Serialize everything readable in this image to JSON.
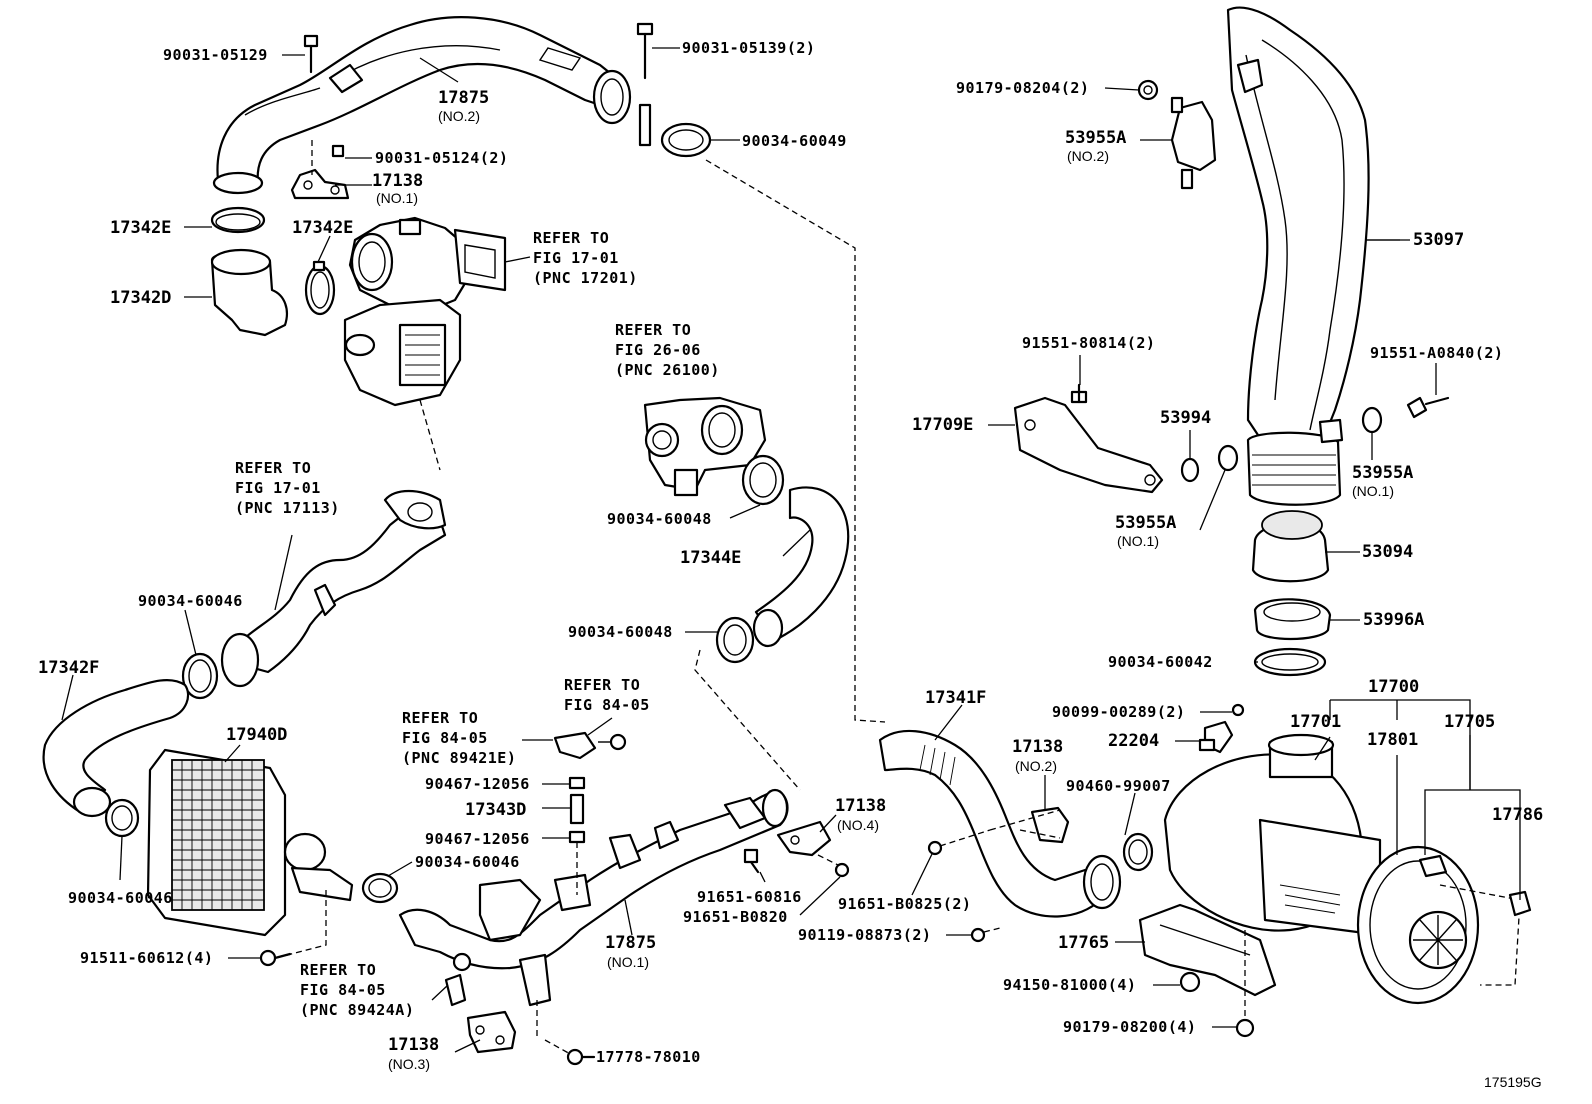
{
  "diagram": {
    "figure_id": "175195G",
    "labels": {
      "p900310512": "90031-05129",
      "p900310513": "90031-05139(2)",
      "p17875a": "17875",
      "p17875a_sub": "(NO.2)",
      "p9003460049": "90034-60049",
      "p900310512b": "90031-05124(2)",
      "p17138a": "17138",
      "p17138a_sub": "(NO.1)",
      "p17342e1": "17342E",
      "p17342e2": "17342E",
      "p17342d": "17342D",
      "ref1_l1": "REFER TO",
      "ref1_l2": "FIG 17-01",
      "ref1_l3": "(PNC 17201)",
      "ref2_l1": "REFER TO",
      "ref2_l2": "FIG 26-06",
      "ref2_l3": "(PNC 26100)",
      "ref3_l1": "REFER TO",
      "ref3_l2": "FIG 17-01",
      "ref3_l3": "(PNC 17113)",
      "p9003460048a": "90034-60048",
      "p17344e": "17344E",
      "p9003460046a": "90034-60046",
      "p9003460048b": "90034-60048",
      "p17342f": "17342F",
      "p17940d": "17940D",
      "ref4_l1": "REFER TO",
      "ref4_l2": "FIG 84-05",
      "ref5_l1": "REFER TO",
      "ref5_l2": "FIG 84-05",
      "ref5_l3": "(PNC 89421E)",
      "p9046712056a": "90467-12056",
      "p17343d": "17343D",
      "p9046712056b": "90467-12056",
      "p9003460046b": "90034-60046",
      "p9003460046c": "90034-60046",
      "p9151160612": "91511-60612(4)",
      "ref6_l1": "REFER TO",
      "ref6_l2": "FIG 84-05",
      "ref6_l3": "(PNC 89424A)",
      "p17875b": "17875",
      "p17875b_sub": "(NO.1)",
      "p17138b": "17138",
      "p17138b_sub": "(NO.4)",
      "p9165160816": "91651-60816",
      "p91651b0820": "91651-B0820",
      "p17138c": "17138",
      "p17138c_sub": "(NO.3)",
      "p1777878010": "17778-78010",
      "p9017908204": "90179-08204(2)",
      "p53955a2": "53955A",
      "p53955a2_sub": "(NO.2)",
      "p53097": "53097",
      "p9155180814": "91551-80814(2)",
      "p91551a0840": "91551-A0840(2)",
      "p17709e": "17709E",
      "p53994": "53994",
      "p53955a1": "53955A",
      "p53955a1_sub": "(NO.1)",
      "p53955a1b": "53955A",
      "p53955a1b_sub": "(NO.1)",
      "p53094": "53094",
      "p53996a": "53996A",
      "p9003460042": "90034-60042",
      "p17341f": "17341F",
      "p17700": "17700",
      "p9009900289": "90099-00289(2)",
      "p17701": "17701",
      "p17801": "17801",
      "p17705": "17705",
      "p22204": "22204",
      "p17138d": "17138",
      "p17138d_sub": "(NO.2)",
      "p9046099007": "90460-99007",
      "p17786": "17786",
      "p91651b0825": "91651-B0825(2)",
      "p9011908873": "90119-08873(2)",
      "p17765": "17765",
      "p9415081000": "94150-81000(4)",
      "p9017908200": "90179-08200(4)"
    }
  }
}
